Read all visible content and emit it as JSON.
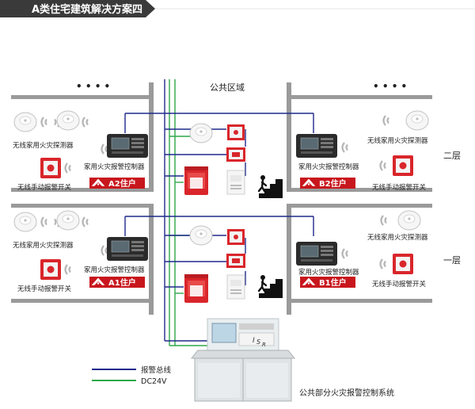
{
  "header": {
    "title": "A类住宅建筑解决方案四"
  },
  "public_area": {
    "label": "公共区域"
  },
  "ellipsis": "• • • •",
  "floors": {
    "upper": "二层",
    "lower": "一层"
  },
  "labels": {
    "wireless_detector": "无线家用火灾探测器",
    "home_controller": "家用火灾报警控制器",
    "wireless_manual_switch": "无线手动报警开关"
  },
  "units": {
    "a2": "A2住户",
    "b2": "B2住户",
    "a1": "A1住户",
    "b1": "B1住户"
  },
  "legend": {
    "alarm_bus": "报警总线",
    "dc24v": "DC24V"
  },
  "system_label": "公共部分火灾报警控制系统",
  "colors": {
    "header_bg": "#3a3a3a",
    "alarm_bus": "#1e2a8c",
    "dc24v": "#2ea84a",
    "badge": "#c8161d",
    "wall": "#9a9a9a"
  }
}
